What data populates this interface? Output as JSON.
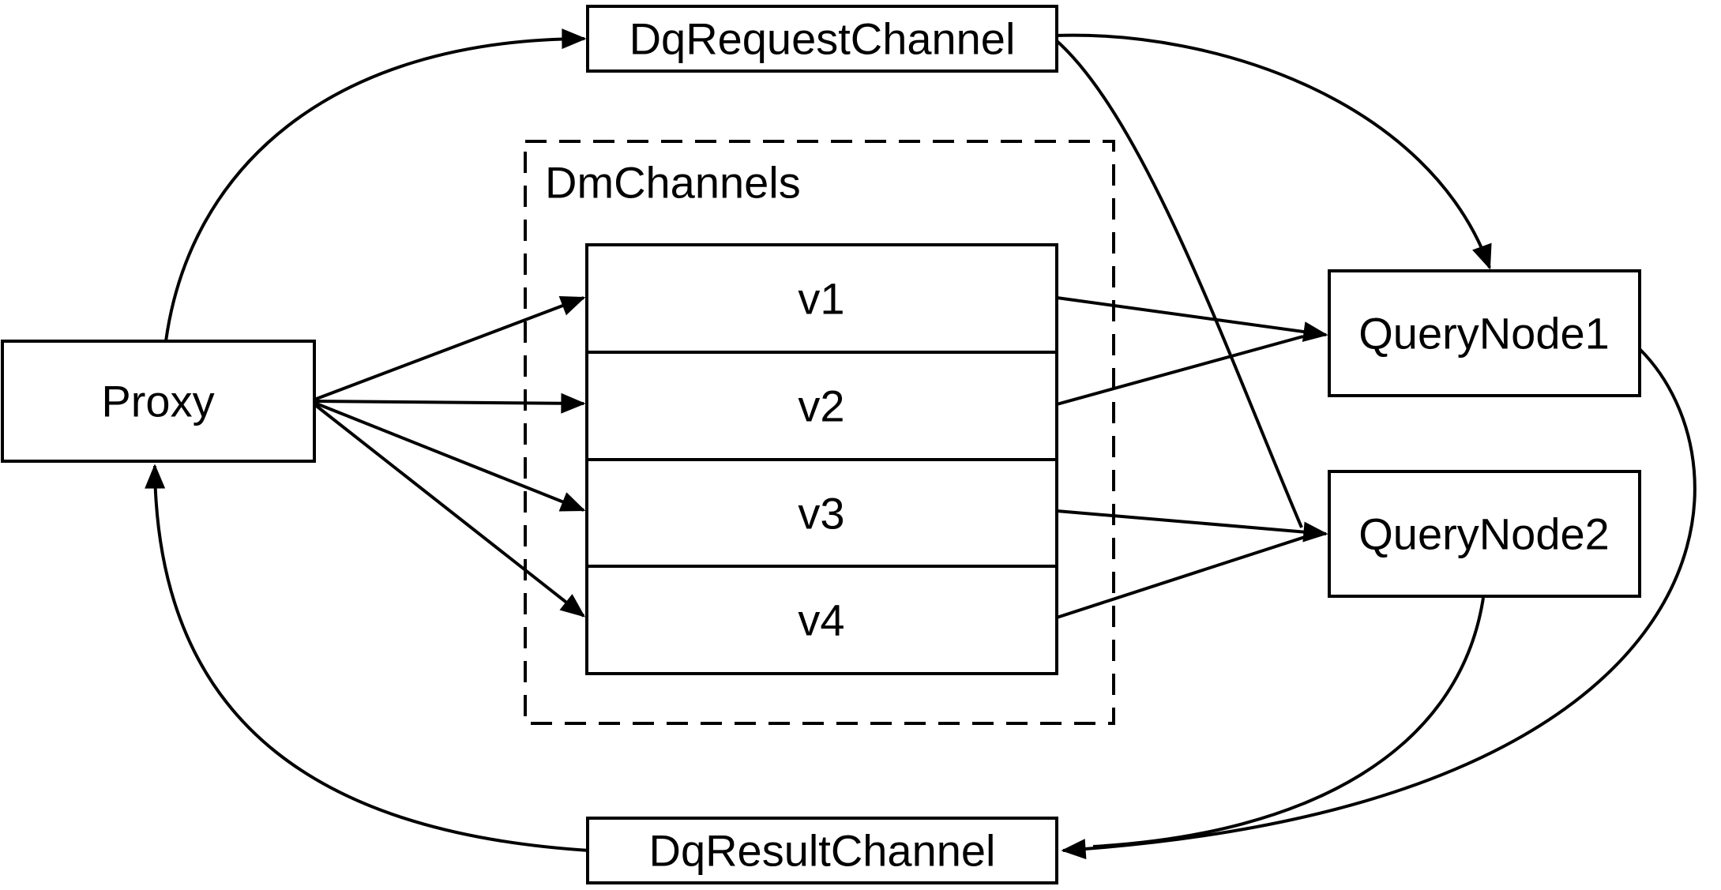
{
  "diagram": {
    "colors": {
      "stroke": "#000000",
      "background": "#ffffff",
      "node_fill": "#ffffff"
    },
    "nodes": {
      "dq_request_channel": {
        "label": "DqRequestChannel"
      },
      "proxy": {
        "label": "Proxy"
      },
      "dm_channels": {
        "label": "DmChannels",
        "channels": [
          {
            "label": "v1"
          },
          {
            "label": "v2"
          },
          {
            "label": "v3"
          },
          {
            "label": "v4"
          }
        ]
      },
      "query_node_1": {
        "label": "QueryNode1"
      },
      "query_node_2": {
        "label": "QueryNode2"
      },
      "dq_result_channel": {
        "label": "DqResultChannel"
      }
    },
    "edges": [
      {
        "from": "Proxy",
        "to": "DqRequestChannel"
      },
      {
        "from": "DqRequestChannel",
        "to": "QueryNode1"
      },
      {
        "from": "DqRequestChannel",
        "to": "QueryNode2"
      },
      {
        "from": "Proxy",
        "to": "v1"
      },
      {
        "from": "Proxy",
        "to": "v2"
      },
      {
        "from": "Proxy",
        "to": "v3"
      },
      {
        "from": "Proxy",
        "to": "v4"
      },
      {
        "from": "v1",
        "to": "QueryNode1"
      },
      {
        "from": "v2",
        "to": "QueryNode1"
      },
      {
        "from": "v3",
        "to": "QueryNode2"
      },
      {
        "from": "v4",
        "to": "QueryNode2"
      },
      {
        "from": "QueryNode1",
        "to": "DqResultChannel"
      },
      {
        "from": "QueryNode2",
        "to": "DqResultChannel"
      },
      {
        "from": "DqResultChannel",
        "to": "Proxy"
      }
    ]
  }
}
